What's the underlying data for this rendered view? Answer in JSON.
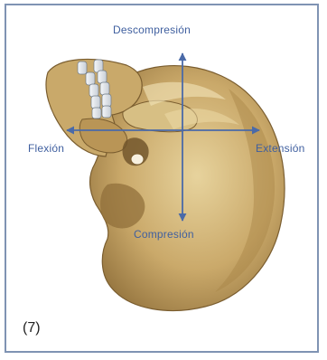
{
  "figure": {
    "number": "(7)",
    "labels": {
      "top": "Descompresión",
      "left": "Flexión",
      "right": "Extensión",
      "bottom": "Compresión"
    },
    "colors": {
      "bone": "#c8ae73",
      "bone_light": "#e4cf98",
      "bone_dark": "#8e6f3a",
      "teeth": "#e7ebef",
      "arrow": "#4a6aa8",
      "text": "#3f5f9f",
      "frame": "#7f93b3"
    }
  }
}
